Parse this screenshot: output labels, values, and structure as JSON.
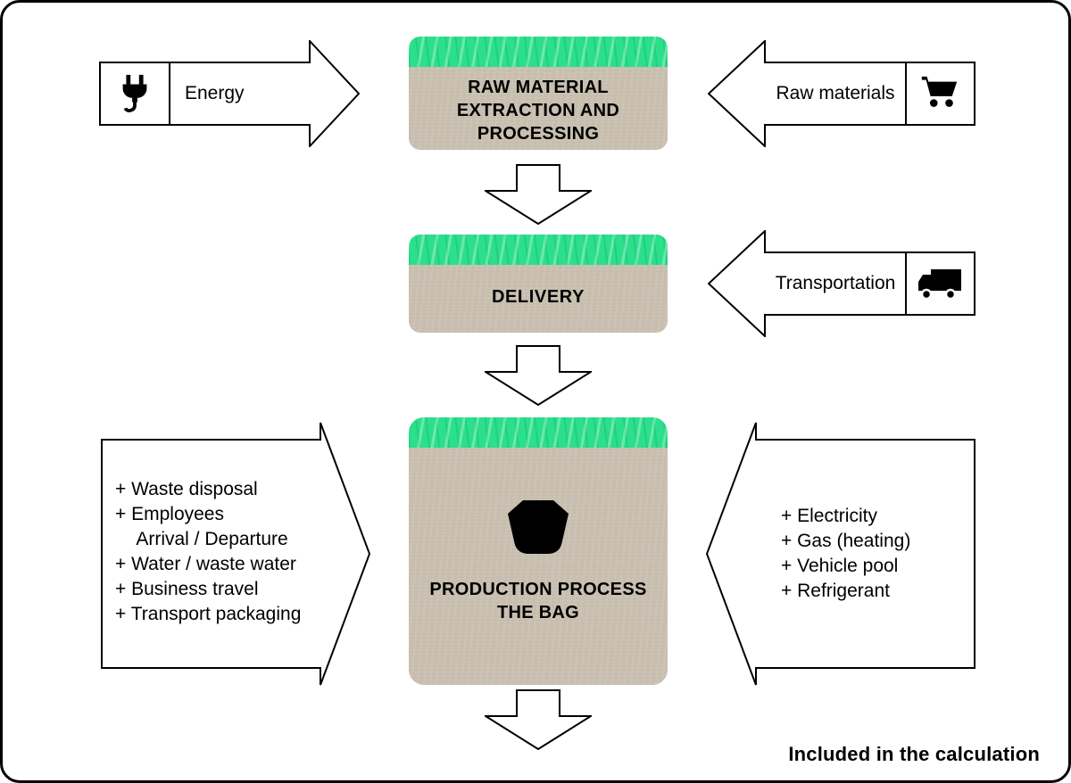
{
  "top": {
    "energy_arrow": {
      "label": "Energy",
      "icon": "plug-icon"
    },
    "raw_material_box": {
      "title_lines": [
        "RAW MATERIAL",
        "EXTRACTION AND",
        "PROCESSING"
      ]
    },
    "raw_materials_arrow": {
      "label": "Raw materials",
      "icon": "cart-icon"
    }
  },
  "middle": {
    "delivery_box": {
      "title": "DELIVERY"
    },
    "transportation_arrow": {
      "label": "Transportation",
      "icon": "truck-icon"
    }
  },
  "bottom": {
    "left_arrow": {
      "lines": [
        "+ Waste disposal",
        "+ Employees",
        "    Arrival / Departure",
        "+ Water / waste water",
        "+ Business travel",
        "+ Transport packaging"
      ]
    },
    "production_box": {
      "title_lines": [
        "PRODUCTION PROCESS",
        "THE BAG"
      ],
      "icon": "bag-icon"
    },
    "right_arrow": {
      "lines": [
        "+ Electricity",
        "+ Gas (heating)",
        "+ Vehicle pool",
        "+ Refrigerant"
      ]
    }
  },
  "footer": {
    "caption": "Included in the calculation"
  },
  "colors": {
    "green_band": "#2bdf8b",
    "kraft": "#c9c0b1",
    "outline": "#000000",
    "background": "#ffffff"
  }
}
